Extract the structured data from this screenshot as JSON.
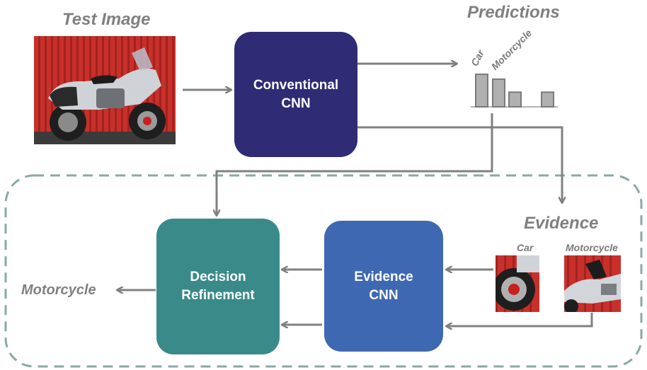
{
  "top": {
    "test_image_label": "Test Image",
    "predictions_label": "Predictions",
    "predictions": {
      "labels": [
        "Car",
        "Motorcycle"
      ],
      "bar_values": [
        1.0,
        0.85,
        0.45,
        0.45
      ]
    }
  },
  "boxes": {
    "conventional_cnn": "Conventional\nCNN",
    "evidence_cnn": "Evidence\nCNN",
    "decision_refinement": "Decision\nRefinement"
  },
  "evidence": {
    "title": "Evidence",
    "car_label": "Car",
    "motorcycle_label": "Motorcycle"
  },
  "output_label": "Motorcycle",
  "colors": {
    "conventional_cnn": "#2f2b74",
    "evidence_cnn": "#3f68b2",
    "decision_refinement": "#3a8a8a",
    "arrow": "#808080",
    "dashed_border": "#8aa8a8",
    "background_red": "#c9302c"
  }
}
